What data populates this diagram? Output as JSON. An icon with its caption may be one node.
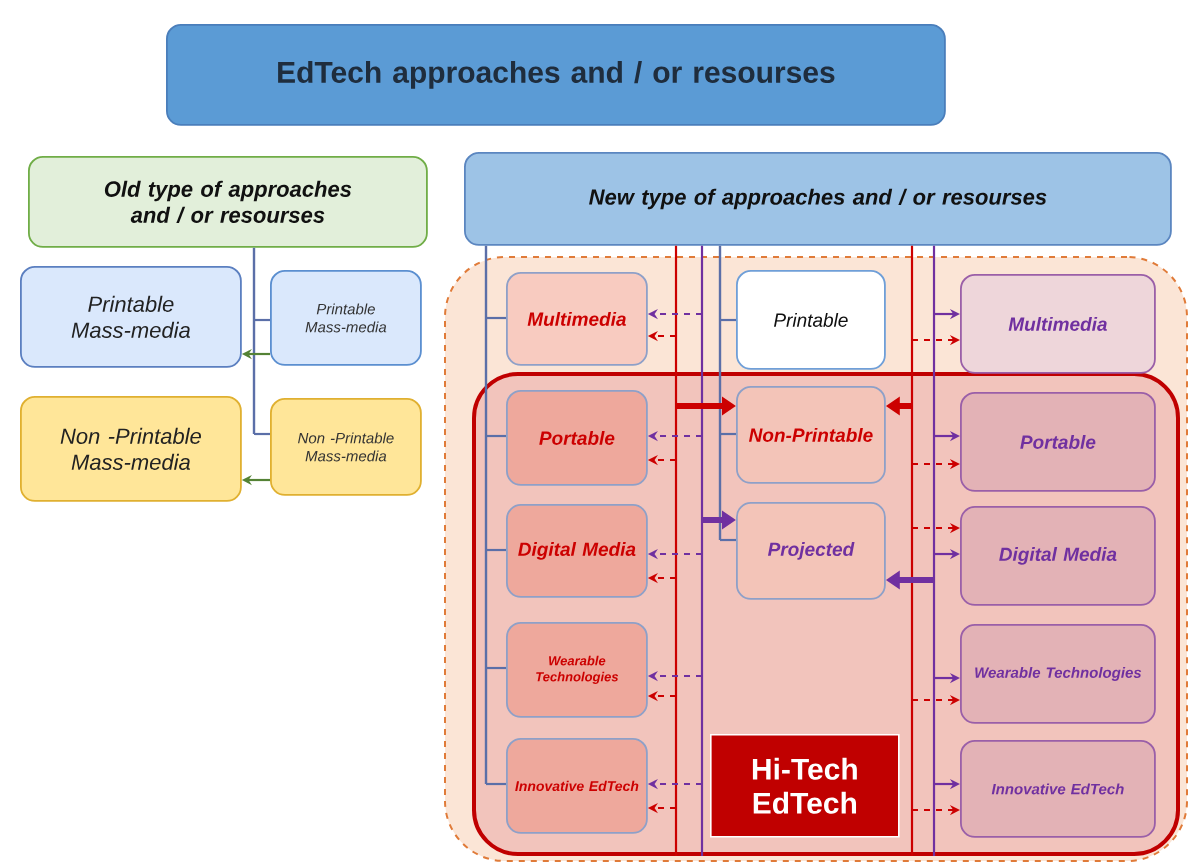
{
  "diagram": {
    "nodes": [
      {
        "text": [
          "EdTech approaches and / or resourses"
        ]
      },
      {
        "text": [
          "Old type of approaches and / or resourses"
        ]
      },
      {
        "text": [
          "New type of approaches and / or resourses"
        ]
      },
      {
        "text": [
          "Printable Mass-media"
        ]
      },
      {
        "text": [
          "Printable Mass-media"
        ]
      },
      {
        "text": [
          "Non -Printable Mass-media"
        ]
      },
      {
        "text": [
          "Non -Printable Mass-media"
        ]
      },
      {
        "text": [],
        "shape": "box"
      },
      {
        "text": [
          "Hi-Tech EdTech"
        ],
        "in": 7
      },
      {
        "text": [
          "Multimedia"
        ],
        "in": 7
      },
      {
        "text": [
          "Printable"
        ],
        "in": 7
      },
      {
        "text": [
          "Multimedia"
        ],
        "in": 7
      },
      {
        "text": [
          "Portable"
        ],
        "in": 8
      },
      {
        "text": [
          "Non-Printable"
        ],
        "in": 8
      },
      {
        "text": [
          "Portable"
        ],
        "in": 8
      },
      {
        "text": [
          "Digital Media"
        ],
        "in": 8
      },
      {
        "text": [
          "Projected"
        ],
        "in": 8
      },
      {
        "text": [
          "Digital Media"
        ],
        "in": 8
      },
      {
        "text": [
          "Wearable Technologies"
        ],
        "in": 8
      },
      {
        "text": [
          "Wearable Technologies"
        ],
        "in": 8
      },
      {
        "text": [
          "Innovative EdTech"
        ],
        "in": 8
      },
      {
        "text": [
          "Innovative EdTech"
        ],
        "in": 8
      }
    ],
    "edges": [
      {
        "from": 1,
        "to": 4,
        "arrow": "none",
        "color": "#5b6fa8"
      },
      {
        "from": 1,
        "to": 6,
        "arrow": "none",
        "color": "#5b6fa8"
      },
      {
        "from": 4,
        "to": 3,
        "arrow": "to",
        "color": "#548235"
      },
      {
        "from": 6,
        "to": 5,
        "arrow": "to",
        "color": "#548235"
      },
      {
        "from": 2,
        "to": 9,
        "arrow": "none",
        "color": "#5b6fa8"
      },
      {
        "from": 2,
        "to": 12,
        "arrow": "none",
        "color": "#5b6fa8"
      },
      {
        "from": 2,
        "to": 15,
        "arrow": "none",
        "color": "#5b6fa8"
      },
      {
        "from": 2,
        "to": 18,
        "arrow": "none",
        "color": "#5b6fa8"
      },
      {
        "from": 2,
        "to": 20,
        "arrow": "none",
        "color": "#5b6fa8"
      },
      {
        "from": 2,
        "to": 10,
        "arrow": "none",
        "color": "#5b6fa8"
      },
      {
        "from": 2,
        "to": 13,
        "arrow": "none",
        "color": "#5b6fa8"
      },
      {
        "from": 2,
        "to": 16,
        "arrow": "none",
        "color": "#5b6fa8"
      },
      {
        "from": 2,
        "to": 8,
        "arrow": "none",
        "color": "#cc0000"
      },
      {
        "from": 2,
        "to": 8,
        "arrow": "none",
        "color": "#7030a0"
      },
      {
        "from": 2,
        "to": 8,
        "arrow": "none",
        "color": "#cc0000"
      },
      {
        "from": 2,
        "to": 8,
        "arrow": "none",
        "color": "#7030a0"
      },
      {
        "from": null,
        "to": 13,
        "arrow": "to",
        "style": "thick",
        "color": "#cc0000"
      },
      {
        "from": null,
        "to": 13,
        "arrow": "to",
        "style": "thick",
        "color": "#cc0000"
      },
      {
        "from": null,
        "to": 16,
        "arrow": "to",
        "style": "thick",
        "color": "#7030a0"
      },
      {
        "from": null,
        "to": 16,
        "arrow": "to",
        "style": "thick",
        "color": "#7030a0"
      },
      {
        "from": null,
        "to": 9,
        "arrow": "to",
        "style": "dashed",
        "color": "#cc0000"
      },
      {
        "from": null,
        "to": 12,
        "arrow": "to",
        "style": "dashed",
        "color": "#cc0000"
      },
      {
        "from": null,
        "to": 15,
        "arrow": "to",
        "style": "dashed",
        "color": "#cc0000"
      },
      {
        "from": null,
        "to": 18,
        "arrow": "to",
        "style": "dashed",
        "color": "#cc0000"
      },
      {
        "from": null,
        "to": 20,
        "arrow": "to",
        "style": "dashed",
        "color": "#cc0000"
      },
      {
        "from": null,
        "to": 9,
        "arrow": "to",
        "style": "dashed",
        "color": "#7030a0"
      },
      {
        "from": null,
        "to": 12,
        "arrow": "to",
        "style": "dashed",
        "color": "#7030a0"
      },
      {
        "from": null,
        "to": 15,
        "arrow": "to",
        "style": "dashed",
        "color": "#7030a0"
      },
      {
        "from": null,
        "to": 18,
        "arrow": "to",
        "style": "dashed",
        "color": "#7030a0"
      },
      {
        "from": null,
        "to": 20,
        "arrow": "to",
        "style": "dashed",
        "color": "#7030a0"
      },
      {
        "from": null,
        "to": 11,
        "arrow": "to",
        "style": "dashed",
        "color": "#cc0000"
      },
      {
        "from": null,
        "to": 14,
        "arrow": "to",
        "style": "dashed",
        "color": "#cc0000"
      },
      {
        "from": null,
        "to": 17,
        "arrow": "to",
        "style": "dashed",
        "color": "#cc0000"
      },
      {
        "from": null,
        "to": 19,
        "arrow": "to",
        "style": "dashed",
        "color": "#cc0000"
      },
      {
        "from": null,
        "to": 21,
        "arrow": "to",
        "style": "dashed",
        "color": "#cc0000"
      },
      {
        "from": null,
        "to": 11,
        "arrow": "to",
        "color": "#7030a0"
      },
      {
        "from": null,
        "to": 14,
        "arrow": "to",
        "color": "#7030a0"
      },
      {
        "from": null,
        "to": 17,
        "arrow": "to",
        "color": "#7030a0"
      },
      {
        "from": null,
        "to": 19,
        "arrow": "to",
        "color": "#7030a0"
      },
      {
        "from": null,
        "to": 21,
        "arrow": "to",
        "color": "#7030a0"
      }
    ]
  }
}
